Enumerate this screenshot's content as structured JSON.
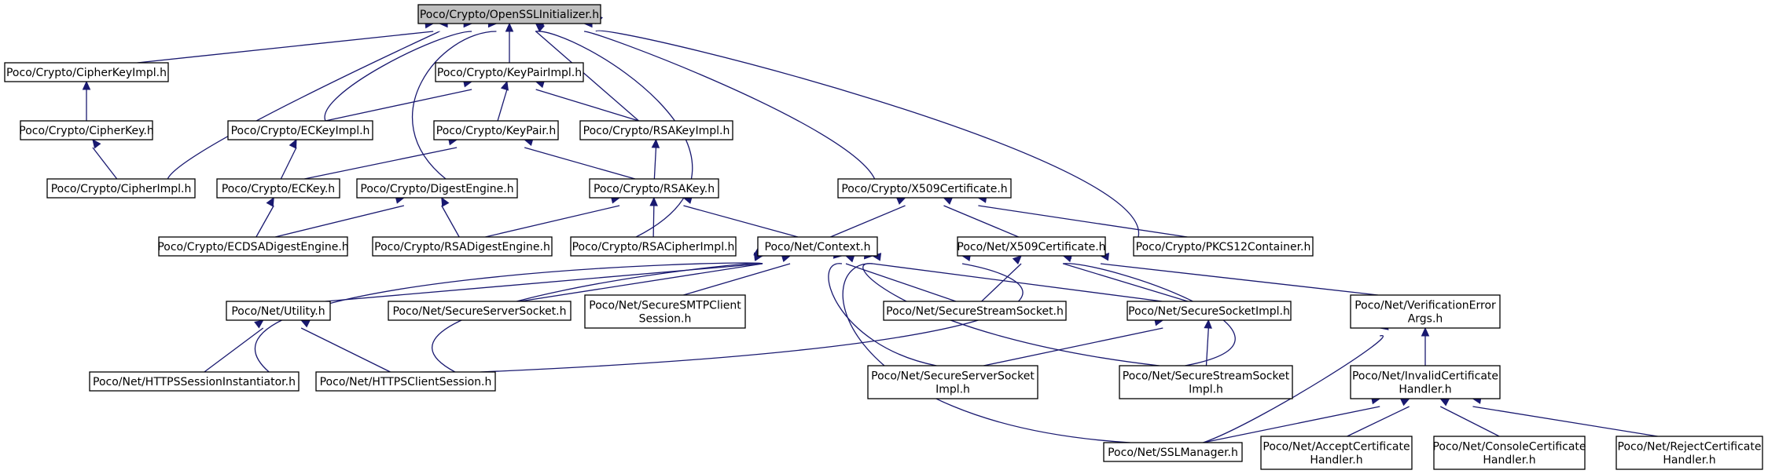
{
  "diagram": {
    "nodes": [
      {
        "id": "openssl_init",
        "lines": [
          "Poco/Crypto/OpenSSLInitializer.h"
        ],
        "root": true
      },
      {
        "id": "cipherkeyimpl",
        "lines": [
          "Poco/Crypto/CipherKeyImpl.h"
        ]
      },
      {
        "id": "keypairimpl",
        "lines": [
          "Poco/Crypto/KeyPairImpl.h"
        ]
      },
      {
        "id": "cipherkey",
        "lines": [
          "Poco/Crypto/CipherKey.h"
        ]
      },
      {
        "id": "eckeyimpl",
        "lines": [
          "Poco/Crypto/ECKeyImpl.h"
        ]
      },
      {
        "id": "keypair",
        "lines": [
          "Poco/Crypto/KeyPair.h"
        ]
      },
      {
        "id": "rsakeyimpl",
        "lines": [
          "Poco/Crypto/RSAKeyImpl.h"
        ]
      },
      {
        "id": "cipherimpl",
        "lines": [
          "Poco/Crypto/CipherImpl.h"
        ]
      },
      {
        "id": "eckey",
        "lines": [
          "Poco/Crypto/ECKey.h"
        ]
      },
      {
        "id": "digestengine",
        "lines": [
          "Poco/Crypto/DigestEngine.h"
        ]
      },
      {
        "id": "rsakey",
        "lines": [
          "Poco/Crypto/RSAKey.h"
        ]
      },
      {
        "id": "x509crypto",
        "lines": [
          "Poco/Crypto/X509Certificate.h"
        ]
      },
      {
        "id": "ecdsadigest",
        "lines": [
          "Poco/Crypto/ECDSADigestEngine.h"
        ]
      },
      {
        "id": "rsadigest",
        "lines": [
          "Poco/Crypto/RSADigestEngine.h"
        ]
      },
      {
        "id": "rsacipherimpl",
        "lines": [
          "Poco/Crypto/RSACipherImpl.h"
        ]
      },
      {
        "id": "context",
        "lines": [
          "Poco/Net/Context.h"
        ]
      },
      {
        "id": "x509net",
        "lines": [
          "Poco/Net/X509Certificate.h"
        ]
      },
      {
        "id": "pkcs12",
        "lines": [
          "Poco/Crypto/PKCS12Container.h"
        ]
      },
      {
        "id": "utility",
        "lines": [
          "Poco/Net/Utility.h"
        ]
      },
      {
        "id": "secserversocket",
        "lines": [
          "Poco/Net/SecureServerSocket.h"
        ]
      },
      {
        "id": "secsmtp",
        "lines": [
          "Poco/Net/SecureSMTPClient",
          "Session.h"
        ]
      },
      {
        "id": "secstreamsocket",
        "lines": [
          "Poco/Net/SecureStreamSocket.h"
        ]
      },
      {
        "id": "secsocketimpl",
        "lines": [
          "Poco/Net/SecureSocketImpl.h"
        ]
      },
      {
        "id": "verifyerror",
        "lines": [
          "Poco/Net/VerificationError",
          "Args.h"
        ]
      },
      {
        "id": "httpsinst",
        "lines": [
          "Poco/Net/HTTPSSessionInstantiator.h"
        ]
      },
      {
        "id": "httpsclient",
        "lines": [
          "Poco/Net/HTTPSClientSession.h"
        ]
      },
      {
        "id": "secserversockimpl",
        "lines": [
          "Poco/Net/SecureServerSocket",
          "Impl.h"
        ]
      },
      {
        "id": "secstreamsockimpl",
        "lines": [
          "Poco/Net/SecureStreamSocket",
          "Impl.h"
        ]
      },
      {
        "id": "invalidcert",
        "lines": [
          "Poco/Net/InvalidCertificate",
          "Handler.h"
        ]
      },
      {
        "id": "sslmanager",
        "lines": [
          "Poco/Net/SSLManager.h"
        ]
      },
      {
        "id": "acceptcert",
        "lines": [
          "Poco/Net/AcceptCertificate",
          "Handler.h"
        ]
      },
      {
        "id": "consolecert",
        "lines": [
          "Poco/Net/ConsoleCertificate",
          "Handler.h"
        ]
      },
      {
        "id": "rejectcert",
        "lines": [
          "Poco/Net/RejectCertificate",
          "Handler.h"
        ]
      }
    ],
    "edges": [
      [
        "openssl_init",
        "cipherkeyimpl"
      ],
      [
        "openssl_init",
        "keypairimpl"
      ],
      [
        "openssl_init",
        "eckeyimpl"
      ],
      [
        "openssl_init",
        "rsakeyimpl"
      ],
      [
        "openssl_init",
        "cipherimpl"
      ],
      [
        "openssl_init",
        "digestengine"
      ],
      [
        "openssl_init",
        "x509crypto"
      ],
      [
        "openssl_init",
        "rsacipherimpl"
      ],
      [
        "openssl_init",
        "pkcs12"
      ],
      [
        "cipherkeyimpl",
        "cipherkey"
      ],
      [
        "cipherkey",
        "cipherimpl"
      ],
      [
        "keypairimpl",
        "eckeyimpl"
      ],
      [
        "keypairimpl",
        "keypair"
      ],
      [
        "keypairimpl",
        "rsakeyimpl"
      ],
      [
        "eckeyimpl",
        "eckey"
      ],
      [
        "keypair",
        "eckey"
      ],
      [
        "keypair",
        "rsakey"
      ],
      [
        "rsakeyimpl",
        "rsakey"
      ],
      [
        "eckey",
        "ecdsadigest"
      ],
      [
        "digestengine",
        "ecdsadigest"
      ],
      [
        "digestengine",
        "rsadigest"
      ],
      [
        "rsakey",
        "rsadigest"
      ],
      [
        "rsakey",
        "rsacipherimpl"
      ],
      [
        "rsakey",
        "context"
      ],
      [
        "x509crypto",
        "context"
      ],
      [
        "x509crypto",
        "x509net"
      ],
      [
        "x509crypto",
        "pkcs12"
      ],
      [
        "context",
        "utility"
      ],
      [
        "context",
        "secserversocket"
      ],
      [
        "context",
        "secsmtp"
      ],
      [
        "context",
        "secstreamsocket"
      ],
      [
        "context",
        "secsocketimpl"
      ],
      [
        "context",
        "httpsinst"
      ],
      [
        "context",
        "httpsclient"
      ],
      [
        "context",
        "secserversockimpl"
      ],
      [
        "context",
        "secstreamsockimpl"
      ],
      [
        "context",
        "sslmanager"
      ],
      [
        "x509net",
        "secstreamsocket"
      ],
      [
        "x509net",
        "secsocketimpl"
      ],
      [
        "x509net",
        "verifyerror"
      ],
      [
        "x509net",
        "httpsclient"
      ],
      [
        "x509net",
        "secstreamsockimpl"
      ],
      [
        "utility",
        "httpsinst"
      ],
      [
        "utility",
        "httpsclient"
      ],
      [
        "secsocketimpl",
        "secserversockimpl"
      ],
      [
        "secsocketimpl",
        "secstreamsockimpl"
      ],
      [
        "verifyerror",
        "invalidcert"
      ],
      [
        "verifyerror",
        "sslmanager"
      ],
      [
        "invalidcert",
        "sslmanager"
      ],
      [
        "invalidcert",
        "acceptcert"
      ],
      [
        "invalidcert",
        "consolecert"
      ],
      [
        "invalidcert",
        "rejectcert"
      ]
    ]
  }
}
